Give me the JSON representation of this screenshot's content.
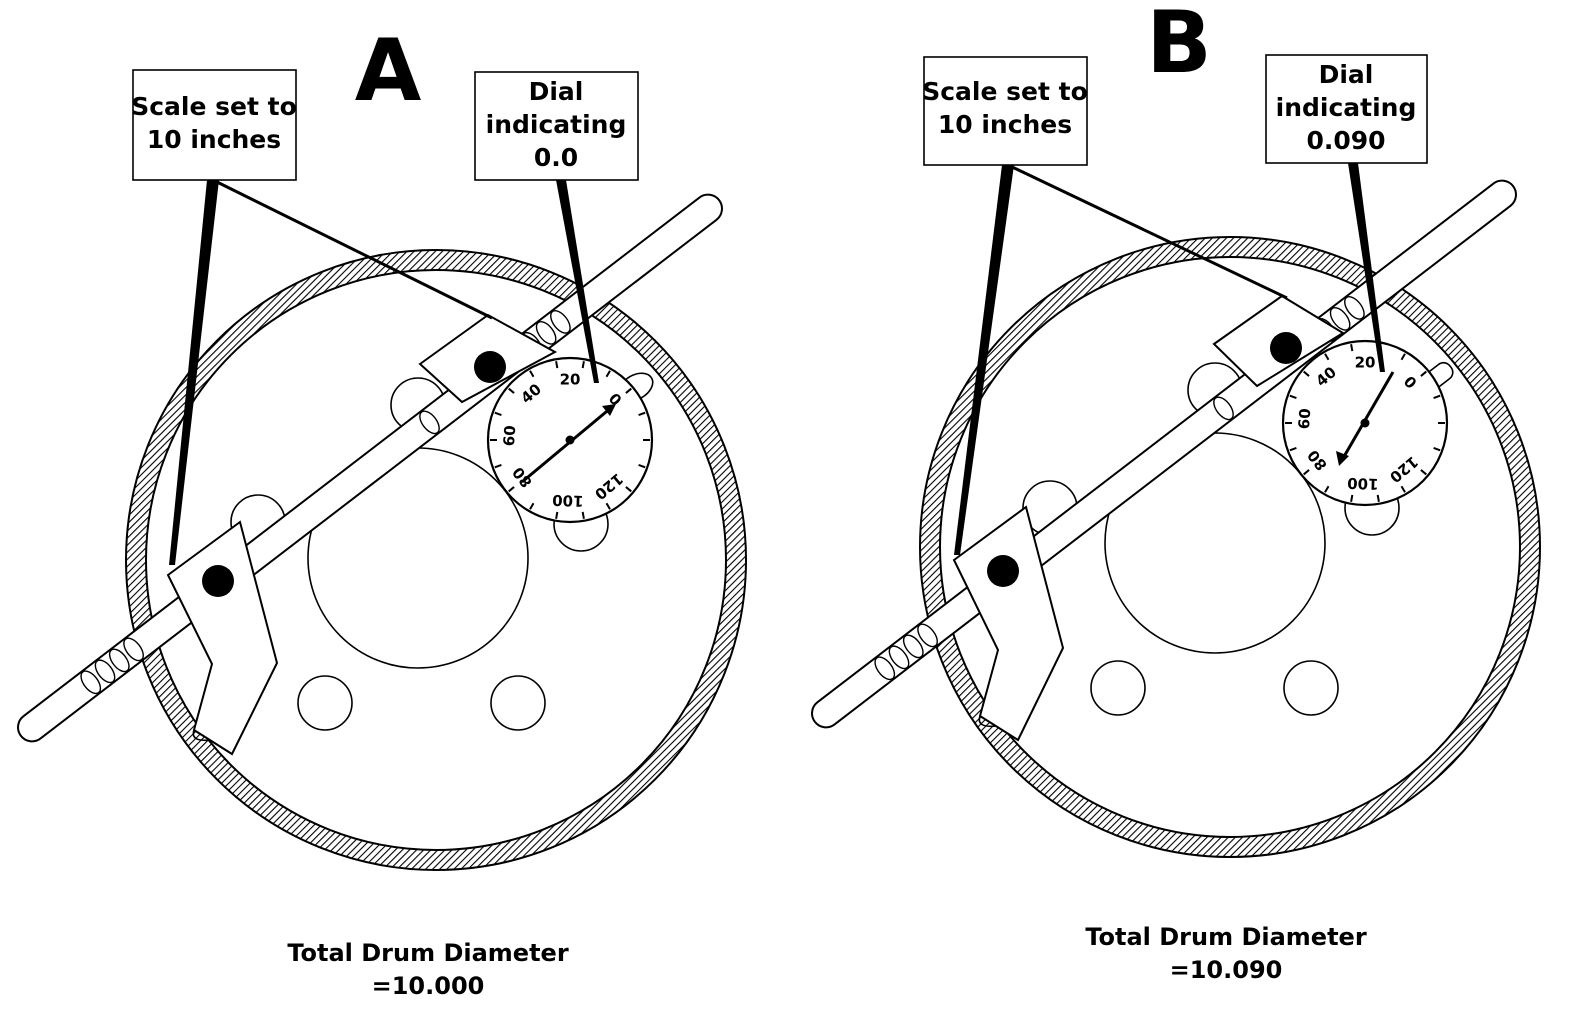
{
  "panels": [
    {
      "letter": "A",
      "scale_label": [
        "Scale set to",
        "10 inches"
      ],
      "dial_label": [
        "Dial",
        "indicating",
        "0.0"
      ],
      "dial_ticks": [
        "0",
        "20",
        "40",
        "60",
        "80",
        "100",
        "120"
      ],
      "dial_reading": 0.0,
      "caption": [
        "Total Drum Diameter",
        "=10.000"
      ]
    },
    {
      "letter": "B",
      "scale_label": [
        "Scale set to",
        "10 inches"
      ],
      "dial_label": [
        "Dial",
        "indicating",
        "0.090"
      ],
      "dial_ticks": [
        "0",
        "20",
        "40",
        "60",
        "80",
        "100",
        "120"
      ],
      "dial_reading": 0.09,
      "caption": [
        "Total Drum Diameter",
        "=10.090"
      ]
    }
  ],
  "colors": {
    "ink": "#000000",
    "paper": "#ffffff"
  }
}
